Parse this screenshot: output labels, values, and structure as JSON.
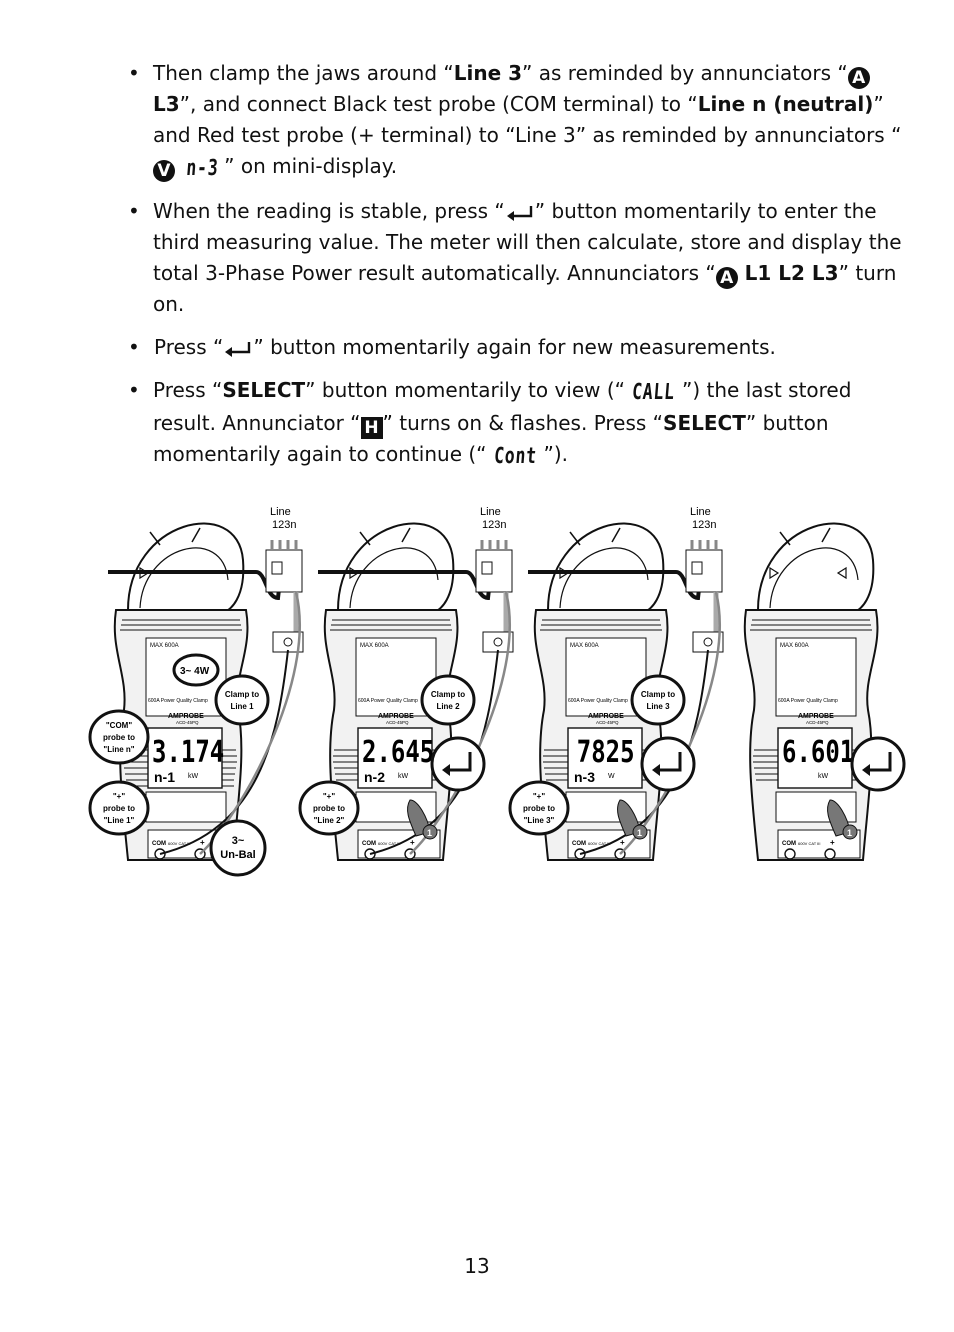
{
  "bullets": {
    "b1": {
      "dot": "•",
      "t1": " Then clamp the jaws around “",
      "b1": "Line 3",
      "t2": "” as reminded by annunciators “",
      "ann_a": "A",
      "b2": "L3",
      "t3": "”, and connect Black test probe (COM terminal) to “",
      "b3": "Line n (neutral)",
      "t4": "” and Red test probe (+ terminal) to “Line 3” as reminded by annunciators “",
      "ann_v": "V",
      "ann_seg": "n-3",
      "t5": "” on mini-display."
    },
    "b2": {
      "dot": "•",
      "t1": " When the reading is stable, press “",
      "t2": "” button momentarily to enter the third measuring value. The meter will then calculate, store and display the total 3-Phase Power result automatically. Annunciators “",
      "ann_a": "A",
      "b1": " L1 L2 L3",
      "t3": "” turn on."
    },
    "b3": {
      "dot": "•",
      "t1": " Press “",
      "t2": "” button momentarily again for new measurements."
    },
    "b4": {
      "dot": "•",
      "t1": " Press “",
      "b1": "SELECT",
      "t2": "” button momentarily to view (“",
      "seg1": "CALL",
      "t3": "”) the last stored result. Annunciator “",
      "ann_h": "H",
      "t4": "” turns on & flashes. Press “",
      "b2": "SELECT",
      "t5": "” button momentarily again to continue (“",
      "seg2": "Cont",
      "t6": "”)."
    }
  },
  "diagram": {
    "line_label": "Line",
    "line_numbers": "123n",
    "brand": "AMPROBE",
    "model": "ACD-45PQ",
    "max_label": "MAX 600A",
    "quality_label": "600A Power Quality Clamp",
    "terminals": [
      "COM",
      "600V CAT III",
      "+"
    ],
    "meters": [
      {
        "reading": "3.174",
        "mini": "n-1",
        "unit": "kW",
        "callout_mode": "3~ 4W",
        "callout_clamp": "Clamp to Line 1",
        "callout_com": "\"COM\" probe to \"Line n\"",
        "callout_plus": "\"+\" probe to \"Line 1\"",
        "callout_bottom": "3~ Un-Bal"
      },
      {
        "reading": "2.645",
        "mini": "n-2",
        "unit": "kW",
        "callout_clamp": "Clamp to Line 2",
        "callout_plus": "\"+\" probe to \"Line 2\"",
        "finger": "1"
      },
      {
        "reading": "7825",
        "mini": "n-3",
        "unit": "W",
        "callout_clamp": "Clamp to Line 3",
        "callout_plus": "\"+\" probe to \"Line 3\"",
        "finger": "1"
      },
      {
        "reading": "6.601",
        "unit": "kW",
        "finger": "1"
      }
    ]
  },
  "page_number": "13"
}
